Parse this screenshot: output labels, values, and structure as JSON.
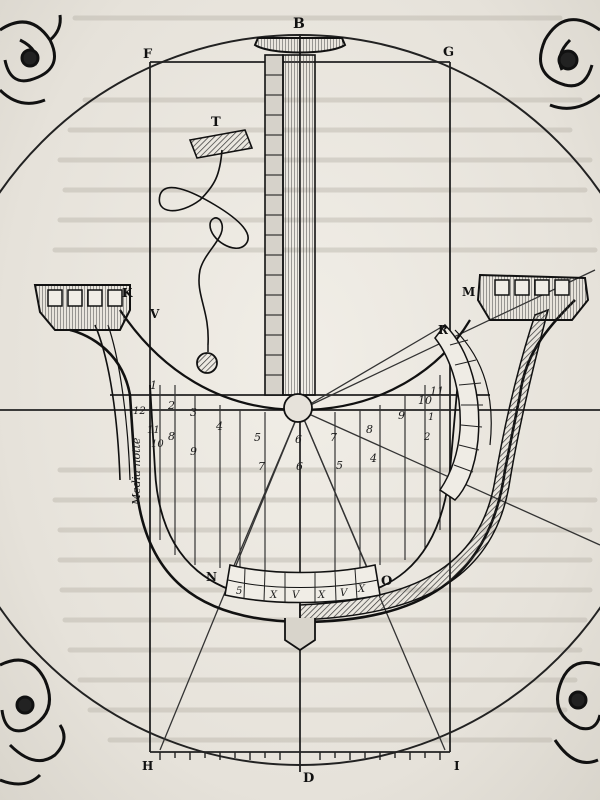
{
  "letters": {
    "B": "B",
    "F": "F",
    "G": "G",
    "T": "T",
    "K": "K",
    "V": "V",
    "M": "M",
    "R": "R",
    "N": "N",
    "O": "O",
    "H": "H",
    "D": "D",
    "I": "I"
  },
  "side_label": "Media notte",
  "dial_numbers": {
    "top": [
      "1",
      "2",
      "3",
      "4",
      "5",
      "6",
      "7",
      "8",
      "9",
      "10",
      "11"
    ],
    "left_edge": [
      "12",
      "11",
      "10"
    ],
    "right_edge": [
      "1",
      "2"
    ],
    "lower": [
      "8",
      "9",
      "7",
      "6",
      "5",
      "4"
    ]
  },
  "scale_marks": [
    "5",
    "X",
    "V",
    "X",
    "V",
    "X"
  ],
  "colors": {
    "ink": "#111111",
    "paper": "#ece9e2",
    "ghost_text": "#9c978e"
  }
}
